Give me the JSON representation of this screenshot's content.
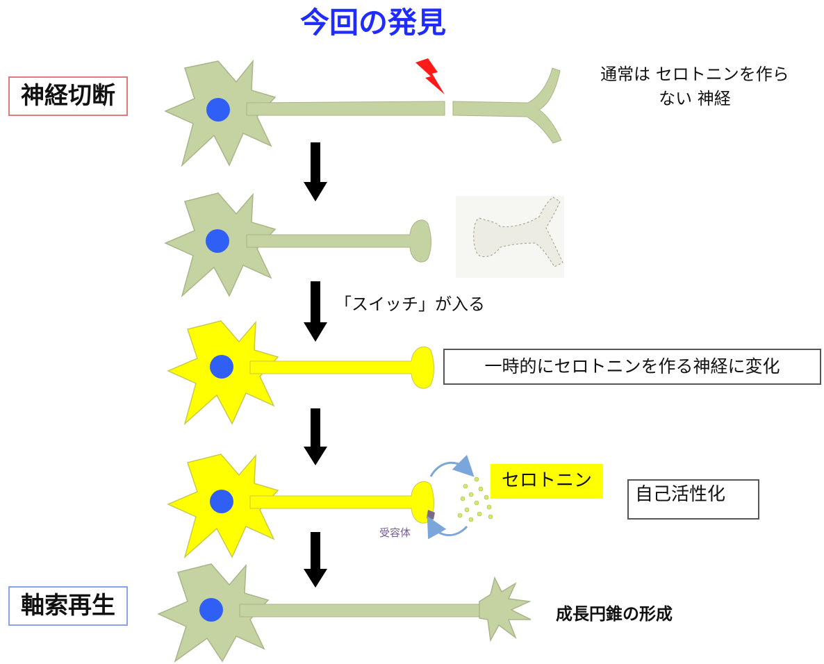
{
  "title": "今回の発見",
  "stages": {
    "nerve_cut": "神経切断",
    "axon_regeneration": "軸索再生"
  },
  "notes": {
    "normal_nerve": "通常は セロトニンを作らない 神経",
    "switch_on": "「スイッチ」が入る",
    "temporary_change": "一時的にセロトニンを作る神経に変化",
    "serotonin": "セロトニン",
    "self_activation": "自己活性化",
    "receptor": "受容体",
    "growth_cone": "成長円錐の形成"
  },
  "colors": {
    "title": "#1f2bff",
    "neuron_normal": "#c5d3a2",
    "neuron_serotonin": "#ffff00",
    "nucleus": "#2f5ff5",
    "injury": "#ff1a1a",
    "arrow": "#000000"
  }
}
